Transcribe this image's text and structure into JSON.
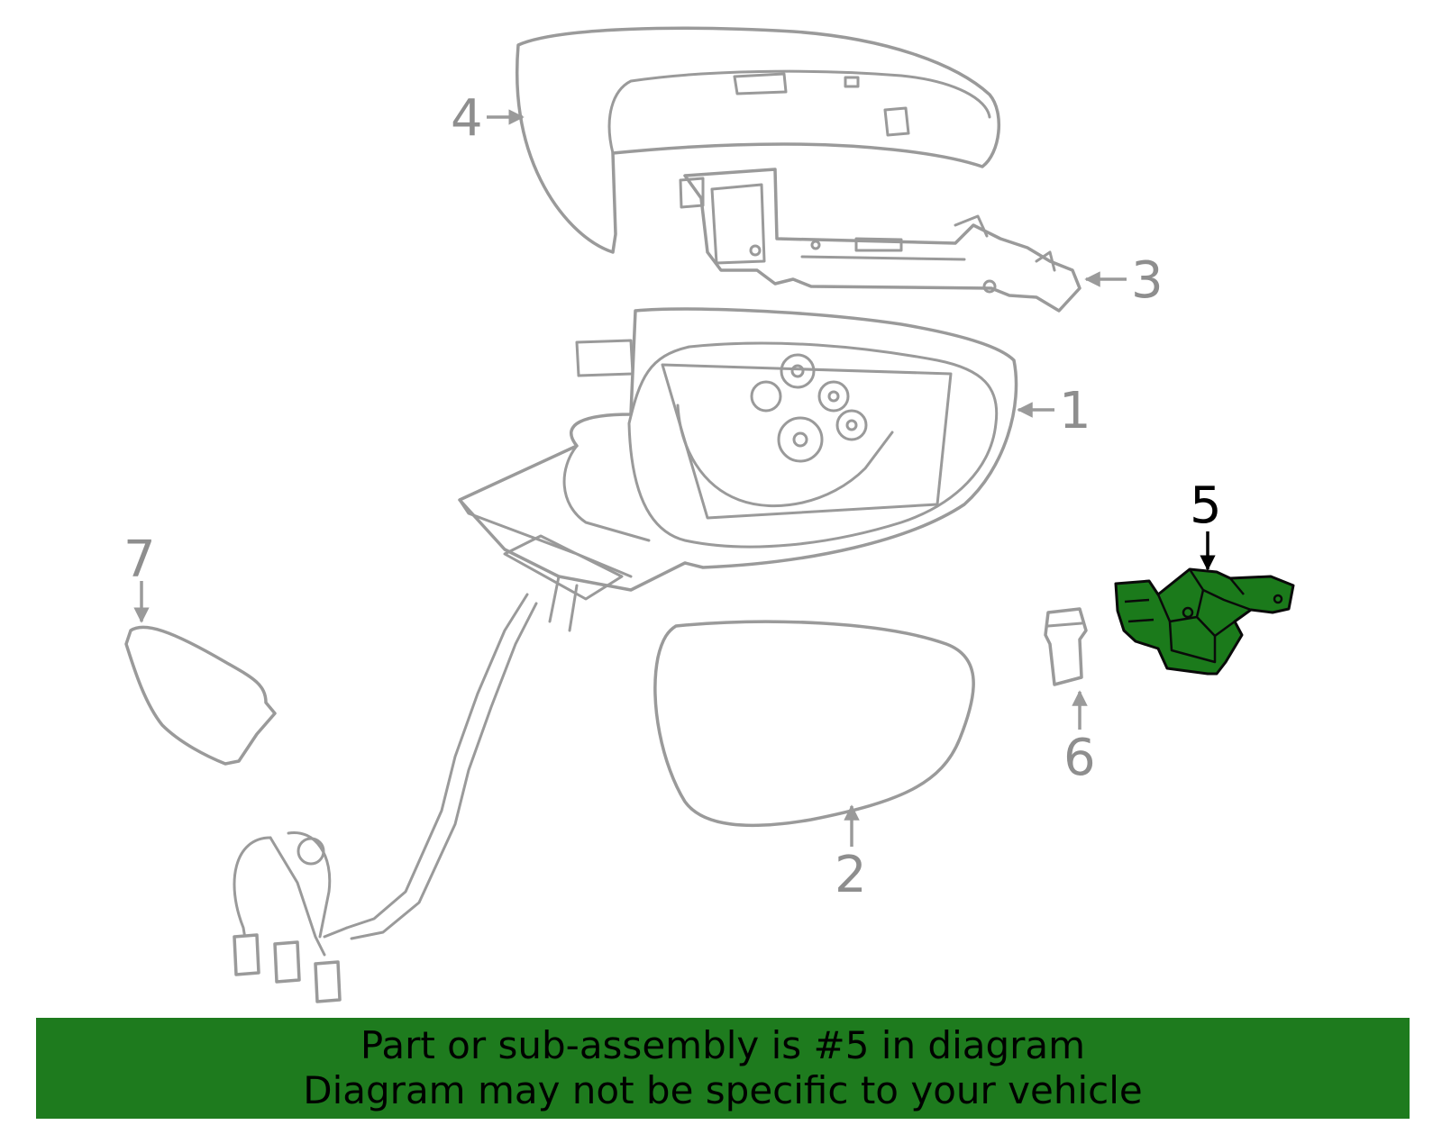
{
  "diagram": {
    "highlight_color": "#1e7b1e",
    "callouts": [
      {
        "id": "1",
        "label": "1",
        "highlighted": false
      },
      {
        "id": "2",
        "label": "2",
        "highlighted": false
      },
      {
        "id": "3",
        "label": "3",
        "highlighted": false
      },
      {
        "id": "4",
        "label": "4",
        "highlighted": false
      },
      {
        "id": "5",
        "label": "5",
        "highlighted": true
      },
      {
        "id": "6",
        "label": "6",
        "highlighted": false
      },
      {
        "id": "7",
        "label": "7",
        "highlighted": false
      }
    ]
  },
  "banner": {
    "line1": "Part or sub-assembly is #5 in diagram",
    "line2": "Diagram may not be specific to your vehicle"
  }
}
